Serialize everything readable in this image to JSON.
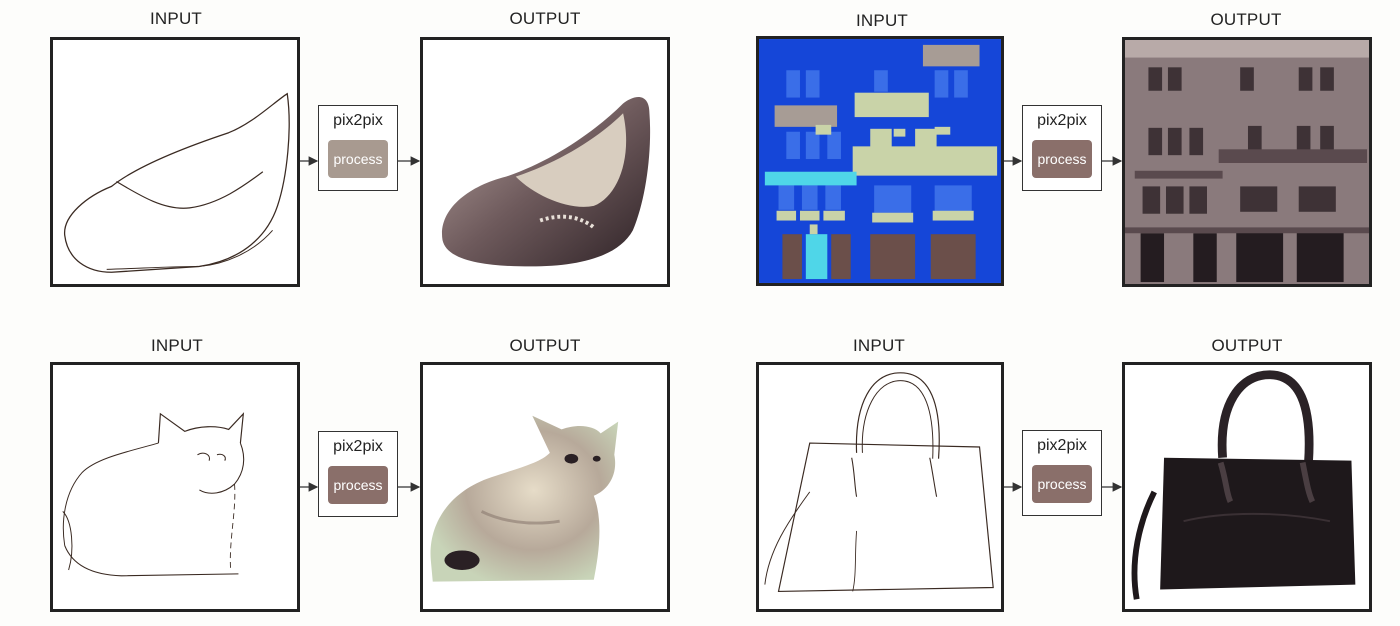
{
  "panels": [
    {
      "input_label": "INPUT",
      "output_label": "OUTPUT",
      "model": "pix2pix",
      "button": "process",
      "button_color": "#a89a90",
      "subject": "shoe"
    },
    {
      "input_label": "INPUT",
      "output_label": "OUTPUT",
      "model": "pix2pix",
      "button": "process",
      "button_color": "#8a6f6a",
      "subject": "facade"
    },
    {
      "input_label": "INPUT",
      "output_label": "OUTPUT",
      "model": "pix2pix",
      "button": "process",
      "button_color": "#8a6f6a",
      "subject": "cat"
    },
    {
      "input_label": "INPUT",
      "output_label": "OUTPUT",
      "model": "pix2pix",
      "button": "process",
      "button_color": "#8a6f6a",
      "subject": "handbag"
    }
  ],
  "colors": {
    "facade_wall": "#1546d8",
    "facade_window": "#3a6ee8",
    "facade_sill": "#c9d3a8",
    "facade_door": "#6b4f4a",
    "facade_cyan": "#4fd6e8",
    "photo_tone": "#6e5a5c"
  }
}
